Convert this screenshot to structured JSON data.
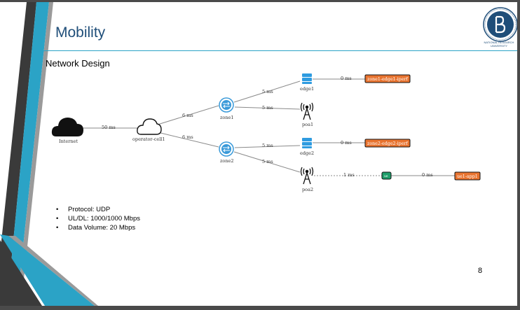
{
  "slide": {
    "title": "Mobility",
    "subtitle": "Network Design",
    "logo_caption": "NATIONAL RESEARCH UNIVERSITY",
    "bullets": [
      "Protocol: UDP",
      "UL/DL: 1000/1000 Mbps",
      "Data Volume: 20 Mbps"
    ],
    "page_number": "8"
  },
  "colors": {
    "title": "#1f4e79",
    "accent_blue": "#2ba3c6",
    "stripe_dark": "#3a3a3a",
    "app_orange": "#e8732f",
    "ue_green": "#1e9e6a",
    "zone_blue": "#3a9ad9"
  },
  "diagram": {
    "nodes": {
      "internet": {
        "label": "Internet",
        "icon": "cloud-filled-icon"
      },
      "operator": {
        "label": "operator-cell1",
        "icon": "cloud-outline-icon"
      },
      "zone1": {
        "label": "zone1",
        "icon": "switch-icon"
      },
      "zone2": {
        "label": "zone2",
        "icon": "switch-icon"
      },
      "edge1": {
        "label": "edge1",
        "icon": "server-icon"
      },
      "edge2": {
        "label": "edge2",
        "icon": "server-icon"
      },
      "poa1": {
        "label": "poa1",
        "icon": "antenna-icon"
      },
      "poa2": {
        "label": "poa2",
        "icon": "antenna-icon"
      },
      "app1": {
        "label": "zone1-edge1-iperf"
      },
      "app2": {
        "label": "zone2-edge2-iperf"
      },
      "ue": {
        "label": "ue",
        "icon": "ue-icon"
      },
      "app3": {
        "label": "ue1-app1"
      }
    },
    "links": {
      "internet_operator": "50 ms",
      "operator_zone1": "6 ms",
      "operator_zone2": "6 ms",
      "zone1_edge1": "5 ms",
      "zone1_poa1": "5 ms",
      "zone2_edge2": "5 ms",
      "zone2_poa2": "5 ms",
      "edge1_app1": "0 ms",
      "edge2_app2": "0 ms",
      "poa2_ue": "1 ms",
      "ue_app3": "0 ms"
    }
  }
}
